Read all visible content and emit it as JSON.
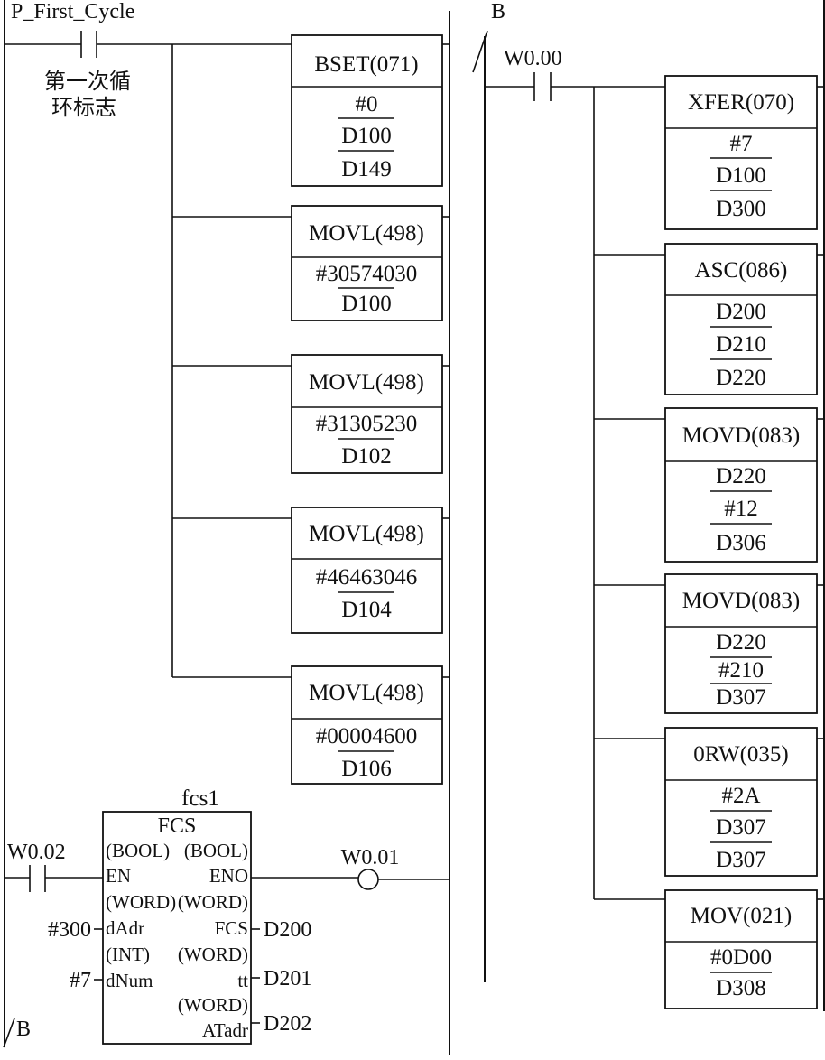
{
  "left": {
    "top_contact_label": "P_First_Cycle",
    "top_contact_caption": [
      "第一次循",
      "环标志"
    ],
    "blocks": [
      {
        "title": "BSET(071)",
        "operands": [
          "#0",
          "D100",
          "D149"
        ]
      },
      {
        "title": "MOVL(498)",
        "operands": [
          "#30574030",
          "D100"
        ]
      },
      {
        "title": "MOVL(498)",
        "operands": [
          "#31305230",
          "D102"
        ]
      },
      {
        "title": "MOVL(498)",
        "operands": [
          "#46463046",
          "D104"
        ]
      },
      {
        "title": "MOVL(498)",
        "operands": [
          "#00004600",
          "D106"
        ]
      }
    ],
    "fb": {
      "instance": "fcs1",
      "type": "FCS",
      "contact_label": "W0.02",
      "coil_label": "W0.01",
      "lines": [
        "(BOOL)",
        "(BOOL)",
        "EN",
        "ENO",
        "(WORD)",
        "(WORD)",
        "dAdr",
        "FCS",
        "(INT)",
        "(WORD)",
        "dNum",
        "tt",
        "(WORD)",
        "ATadr"
      ],
      "inputs": [
        "#300",
        "#7"
      ],
      "outputs": [
        "D200",
        "D201",
        "D202"
      ]
    },
    "connector_label": "B"
  },
  "right": {
    "connector_label": "B",
    "contact_label": "W0.00",
    "blocks": [
      {
        "title": "XFER(070)",
        "operands": [
          "#7",
          "D100",
          "D300"
        ]
      },
      {
        "title": "ASC(086)",
        "operands": [
          "D200",
          "D210",
          "D220"
        ]
      },
      {
        "title": "MOVD(083)",
        "operands": [
          "D220",
          "#12",
          "D306"
        ]
      },
      {
        "title": "MOVD(083)",
        "operands": [
          "D220",
          "#210",
          "D307"
        ]
      },
      {
        "title": "0RW(035)",
        "operands": [
          "#2A",
          "D307",
          "D307"
        ]
      },
      {
        "title": "MOV(021)",
        "operands": [
          "#0D00",
          "D308"
        ]
      }
    ]
  }
}
